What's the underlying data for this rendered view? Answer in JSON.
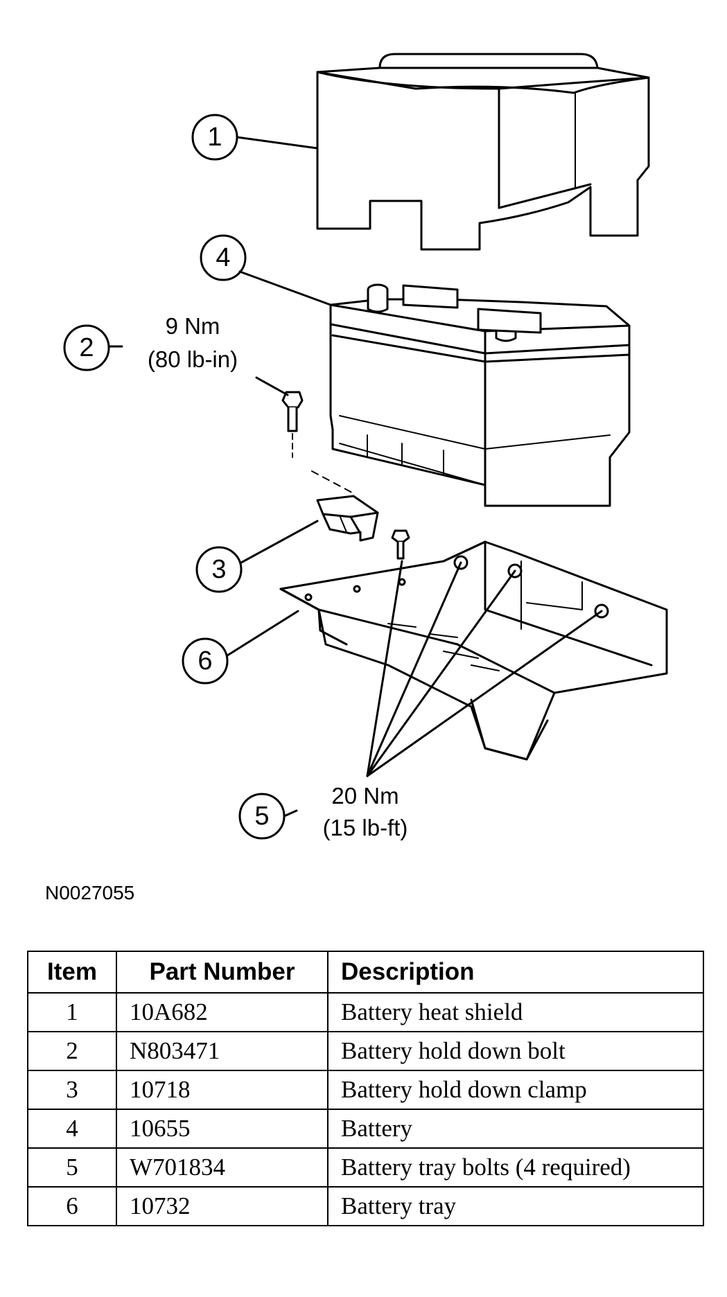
{
  "figure": {
    "callouts": [
      {
        "number": "1"
      },
      {
        "number": "2",
        "spec_line1": "9 Nm",
        "spec_line2": "(80 lb-in)"
      },
      {
        "number": "3"
      },
      {
        "number": "4"
      },
      {
        "number": "5",
        "spec_line1": "20 Nm",
        "spec_line2": "(15 lb-ft)"
      },
      {
        "number": "6"
      }
    ],
    "figure_id": "N0027055"
  },
  "table": {
    "headers": {
      "item": "Item",
      "part_number": "Part Number",
      "description": "Description"
    },
    "rows": [
      {
        "item": "1",
        "part_number": "10A682",
        "description": "Battery heat shield"
      },
      {
        "item": "2",
        "part_number": "N803471",
        "description": "Battery hold down bolt"
      },
      {
        "item": "3",
        "part_number": "10718",
        "description": "Battery hold down clamp"
      },
      {
        "item": "4",
        "part_number": "10655",
        "description": "Battery"
      },
      {
        "item": "5",
        "part_number": "W701834",
        "description": "Battery tray bolts (4 required)"
      },
      {
        "item": "6",
        "part_number": "10732",
        "description": "Battery tray"
      }
    ]
  }
}
